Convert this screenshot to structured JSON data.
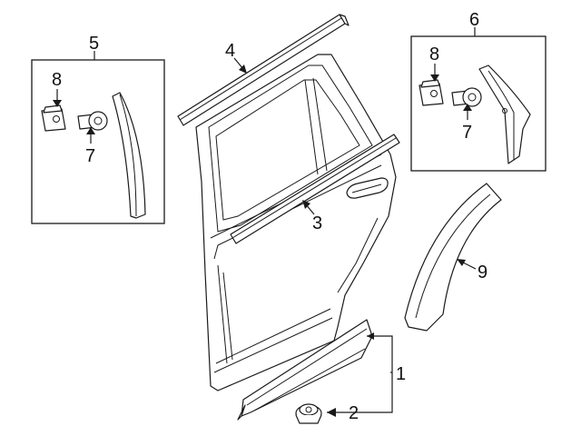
{
  "callouts": {
    "c1": "1",
    "c2": "2",
    "c3": "3",
    "c4": "4",
    "c5": "5",
    "c6": "6",
    "c7_left": "7",
    "c8_left": "8",
    "c7_right": "7",
    "c8_right": "8",
    "c9": "9"
  },
  "colors": {
    "line": "#1a1a1a",
    "background": "#ffffff"
  }
}
